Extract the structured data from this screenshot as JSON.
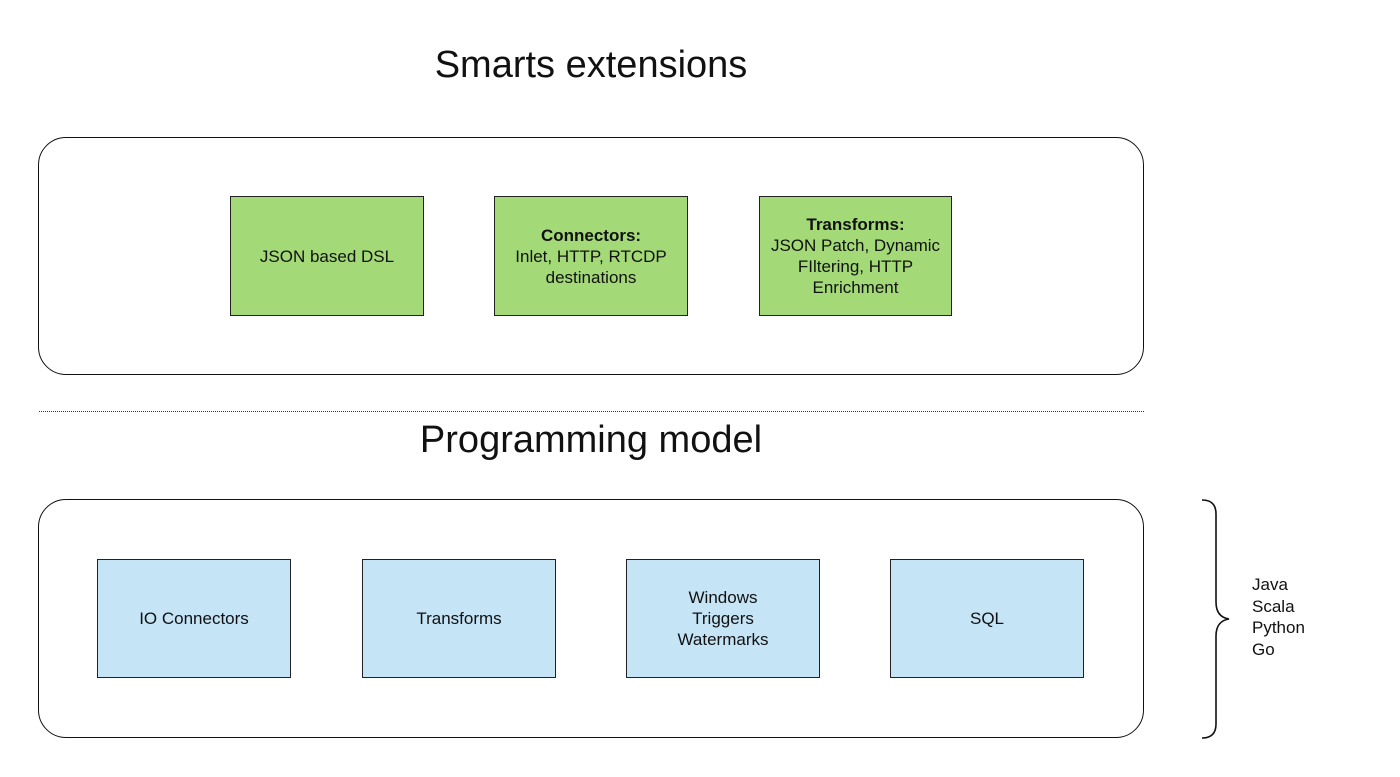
{
  "top": {
    "title": "Smarts extensions",
    "boxes": [
      {
        "name": "json-dsl",
        "heading": "",
        "body": [
          "JSON based DSL"
        ]
      },
      {
        "name": "connectors",
        "heading": "Connectors:",
        "body": [
          "Inlet, HTTP, RTCDP",
          "destinations"
        ]
      },
      {
        "name": "transforms",
        "heading": "Transforms:",
        "body": [
          "JSON Patch, Dynamic",
          "FIltering, HTTP",
          "Enrichment"
        ]
      }
    ],
    "fill_color": "#a3d977"
  },
  "bottom": {
    "title": "Programming model",
    "boxes": [
      {
        "name": "io-connectors",
        "body": [
          "IO Connectors"
        ]
      },
      {
        "name": "transforms",
        "body": [
          "Transforms"
        ]
      },
      {
        "name": "windows-triggers-watermarks",
        "body": [
          "Windows",
          "Triggers",
          "Watermarks"
        ]
      },
      {
        "name": "sql",
        "body": [
          "SQL"
        ]
      }
    ],
    "fill_color": "#c5e4f6"
  },
  "languages": [
    "Java",
    "Scala",
    "Python",
    "Go"
  ]
}
